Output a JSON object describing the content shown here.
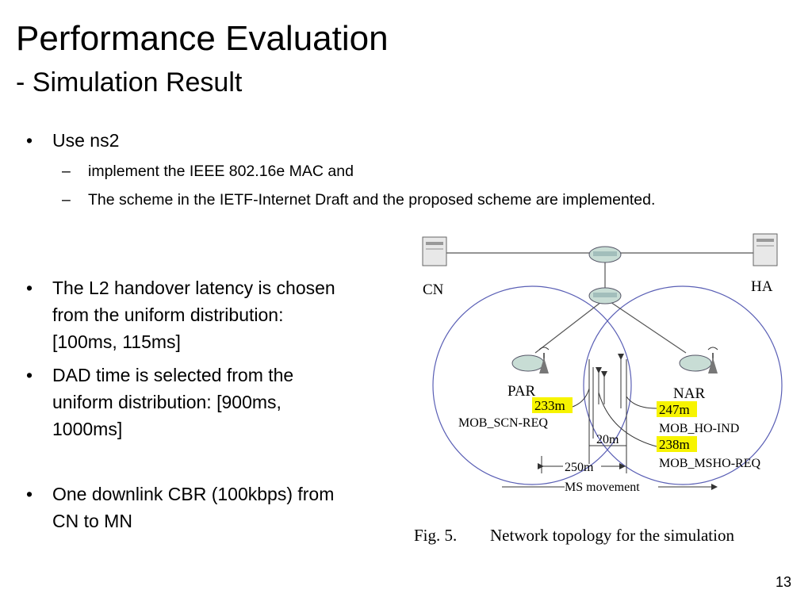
{
  "slide": {
    "title": "Performance Evaluation",
    "subtitle": "- Simulation Result",
    "page_number": "13"
  },
  "bullets": [
    {
      "text": "Use ns2",
      "subitems": [
        "implement the IEEE 802.16e MAC and",
        "The scheme in the IETF-Internet Draft and the proposed scheme are implemented."
      ]
    },
    {
      "text": "The L2 handover latency is chosen from the uniform distribution: [100ms, 115ms]"
    },
    {
      "text": "DAD time is selected from the uniform distribution: [900ms, 1000ms]"
    },
    {
      "text": "One downlink CBR (100kbps) from CN to MN"
    }
  ],
  "figure": {
    "caption_num": "Fig. 5.",
    "caption_text": "Network topology for the simulation",
    "labels": {
      "cn": "CN",
      "ha": "HA",
      "par": "PAR",
      "nar": "NAR",
      "d233": "233m",
      "mob_scn_req": "MOB_SCN-REQ",
      "d247": "247m",
      "mob_ho_ind": "MOB_HO-IND",
      "d238": "238m",
      "mob_msho_req": "MOB_MSHO-REQ",
      "d20": "20m",
      "d250": "250m",
      "ms_movement": "MS movement"
    },
    "highlight_color": "#f7f400"
  }
}
